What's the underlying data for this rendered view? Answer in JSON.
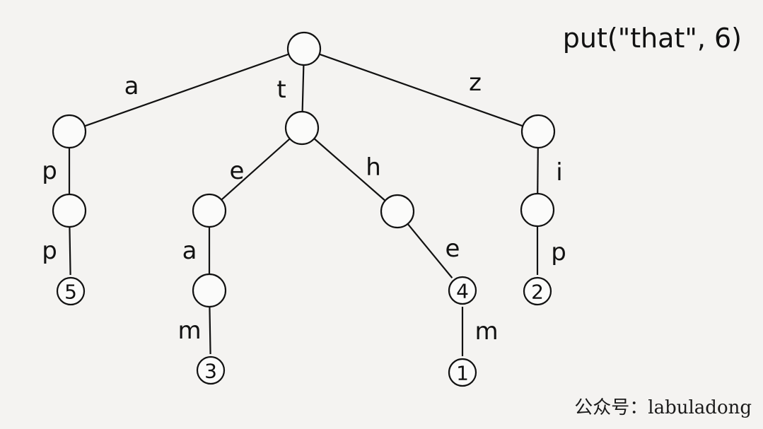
{
  "operation": "put(\"that\", 6)",
  "watermark": "公众号：labuladong",
  "colors": {
    "background": "#f4f3f1",
    "ink": "#111111",
    "node_fill": "#fbfbfa"
  },
  "trie": {
    "nodes": [
      {
        "id": "root",
        "value": ""
      },
      {
        "id": "a",
        "value": ""
      },
      {
        "id": "t",
        "value": ""
      },
      {
        "id": "z",
        "value": ""
      },
      {
        "id": "ap",
        "value": ""
      },
      {
        "id": "app",
        "value": "5"
      },
      {
        "id": "te",
        "value": ""
      },
      {
        "id": "tea",
        "value": ""
      },
      {
        "id": "team",
        "value": "3"
      },
      {
        "id": "th",
        "value": ""
      },
      {
        "id": "the",
        "value": "4"
      },
      {
        "id": "them",
        "value": "1"
      },
      {
        "id": "zi",
        "value": ""
      },
      {
        "id": "zip",
        "value": "2"
      }
    ],
    "edges": [
      {
        "from": "root",
        "to": "a",
        "label": "a"
      },
      {
        "from": "root",
        "to": "t",
        "label": "t"
      },
      {
        "from": "root",
        "to": "z",
        "label": "z"
      },
      {
        "from": "a",
        "to": "ap",
        "label": "p"
      },
      {
        "from": "ap",
        "to": "app",
        "label": "p"
      },
      {
        "from": "t",
        "to": "te",
        "label": "e"
      },
      {
        "from": "te",
        "to": "tea",
        "label": "a"
      },
      {
        "from": "tea",
        "to": "team",
        "label": "m"
      },
      {
        "from": "t",
        "to": "th",
        "label": "h"
      },
      {
        "from": "th",
        "to": "the",
        "label": "e"
      },
      {
        "from": "the",
        "to": "them",
        "label": "m"
      },
      {
        "from": "z",
        "to": "zi",
        "label": "i"
      },
      {
        "from": "zi",
        "to": "zip",
        "label": "p"
      }
    ]
  }
}
